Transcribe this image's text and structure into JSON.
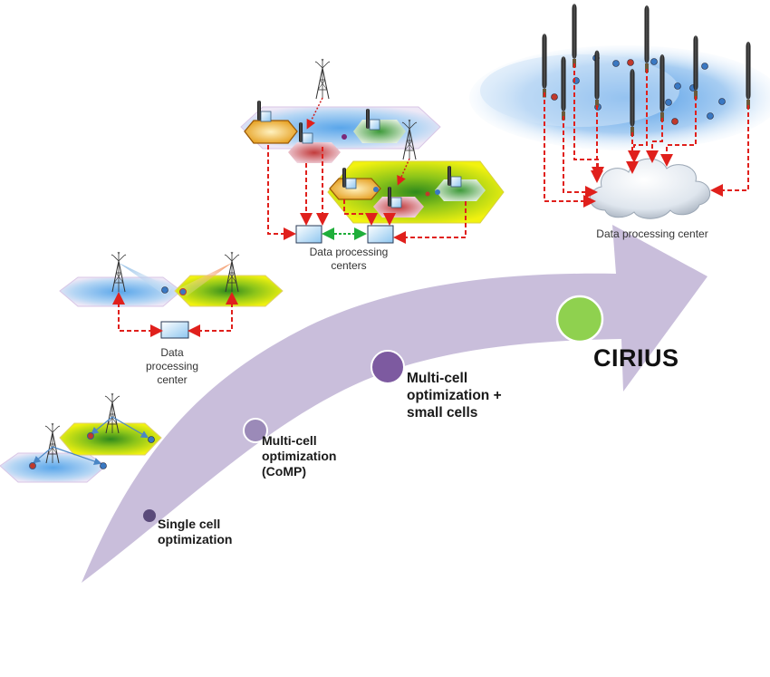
{
  "stages": [
    {
      "label_lines": [
        "Single cell",
        "optimization"
      ],
      "color": "#5a4a7a"
    },
    {
      "label_lines": [
        "Multi-cell",
        "optimization",
        "(CoMP)"
      ],
      "color": "#9b8ab8"
    },
    {
      "label_lines": [
        "Multi-cell",
        "optimization +",
        "small cells"
      ],
      "color": "#7d5aa0"
    },
    {
      "label_lines": [
        "CIRIUS"
      ],
      "color": "#8fd14f"
    }
  ],
  "labels": {
    "dpc_comp": [
      "Data",
      "processing",
      "center"
    ],
    "dpc_small_cells": [
      "Data processing",
      "centers"
    ],
    "dpc_cirius": "Data processing center"
  },
  "colors": {
    "arrow": "#c9bedb",
    "link_dashed": "#e0201c",
    "link_inter_center": "#1fae3a",
    "cell_blue": "#6fb3ee",
    "cell_yellow": "#e8ec1e",
    "cell_green": "#2e8b1e",
    "cell_orange": "#e49a16",
    "cell_red": "#d24a4a",
    "cloud": "#e8eef5"
  }
}
